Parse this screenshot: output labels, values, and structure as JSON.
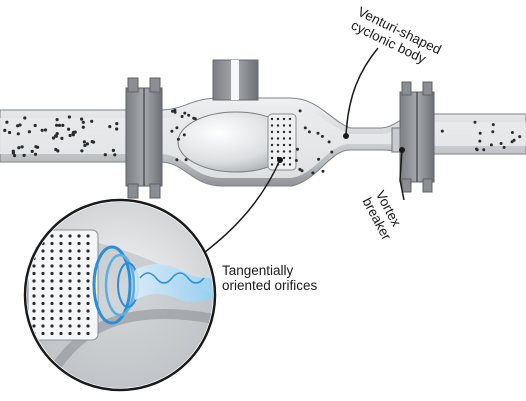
{
  "labels": {
    "venturi": [
      "Venturi-shaped",
      "cyclonic body"
    ],
    "vortex": [
      "Vortex",
      "breaker"
    ],
    "tangential": [
      "Tangentially",
      "oriented orifices"
    ]
  },
  "colors": {
    "pipe_light": "#e4e6e8",
    "pipe_mid": "#b9bcbf",
    "pipe_dark": "#8d9194",
    "flange_dark": "#6e7276",
    "particle": "#2a2a2a",
    "swirl": "#2a8fd8",
    "leader": "#1a1a1a"
  },
  "icons": [
    "bolt-icon",
    "particle-dot"
  ]
}
